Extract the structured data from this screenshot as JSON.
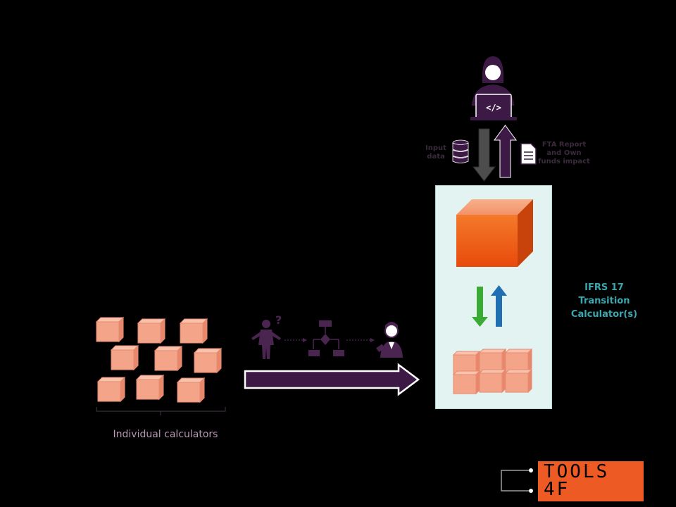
{
  "diagram": {
    "input_label": [
      "Input",
      "data"
    ],
    "report_label": [
      "FTA Report",
      "and Own",
      "funds impact"
    ],
    "transition_label": [
      "IFRS 17",
      "Transition",
      "Calculator(s)"
    ],
    "individual_label": "Individual calculators",
    "user_question_mark": "?",
    "code_symbol": "</>"
  },
  "logo": {
    "line1": "TOOLS",
    "line2": "4F"
  },
  "colors": {
    "background": "#000000",
    "block_fill": "#f4a589",
    "block_edge": "#e26f55",
    "big_cube_front": "#f05a14",
    "process_arrow": "#3d1a45",
    "panel_fill": "#e3f3f2",
    "label_teal": "#3aa8b0",
    "arrow_green": "#3aaa35",
    "arrow_blue": "#1f6fb2",
    "logo_orange": "#ee5a24"
  }
}
